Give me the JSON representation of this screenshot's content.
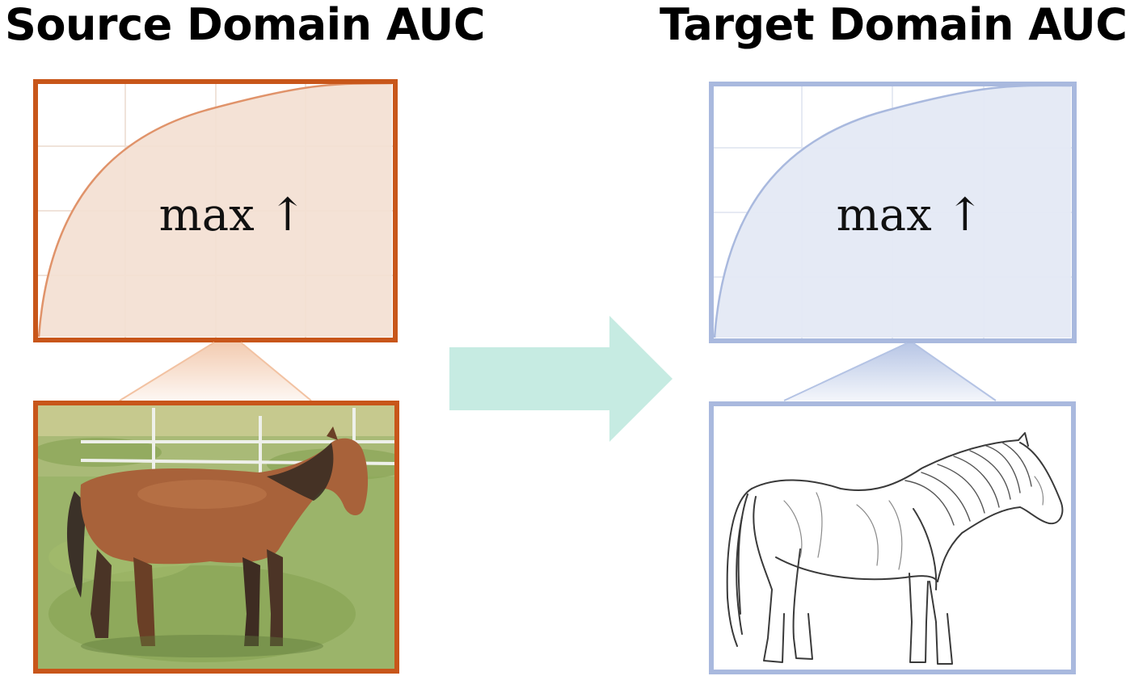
{
  "source": {
    "title": "Source Domain AUC",
    "auc_label": "max ↑",
    "image": "photo-horse",
    "accent_color": "#c8561a",
    "fill_color": "#f3dfd3",
    "curve_color": "#e0936a"
  },
  "target": {
    "title": "Target Domain AUC",
    "auc_label": "max ↑",
    "image": "sketch-horse",
    "accent_color": "#a9b9de",
    "fill_color": "#e4e9f4",
    "curve_color": "#a9b9de"
  },
  "arrow": {
    "direction": "right",
    "color": "#c6ebe2"
  }
}
